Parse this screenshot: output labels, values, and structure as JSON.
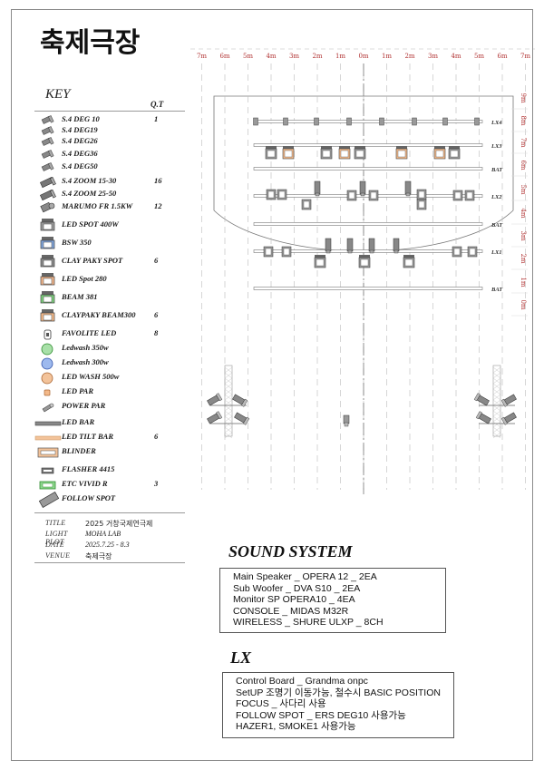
{
  "header": {
    "venue_title": "축제극장"
  },
  "key": {
    "title": "KEY",
    "qty_header": "Q.T",
    "items": [
      {
        "label": "S.4 DEG 10",
        "qty": "1",
        "icon": "ellipsoidal-10-icon"
      },
      {
        "label": "S.4 DEG19",
        "qty": "",
        "icon": "ellipsoidal-19-icon"
      },
      {
        "label": "S.4 DEG26",
        "qty": "",
        "icon": "ellipsoidal-26-icon"
      },
      {
        "label": "S.4 DEG36",
        "qty": "",
        "icon": "ellipsoidal-36-icon"
      },
      {
        "label": "S.4 DEG50",
        "qty": "",
        "icon": "ellipsoidal-50-icon"
      },
      {
        "label": "S.4 ZOOM 15-30",
        "qty": "16",
        "icon": "zoom-15-30-icon"
      },
      {
        "label": "S.4 ZOOM 25-50",
        "qty": "",
        "icon": "zoom-25-50-icon"
      },
      {
        "label": "MARUMO FR 1.5KW",
        "qty": "12",
        "icon": "fresnel-icon"
      },
      {
        "label": "LED SPOT 400W",
        "qty": "",
        "icon": "led-spot-400w-icon"
      },
      {
        "label": "BSW 350",
        "qty": "",
        "icon": "bsw-350-icon"
      },
      {
        "label": "CLAY PAKY SPOT",
        "qty": "6",
        "icon": "clay-paky-spot-icon"
      },
      {
        "label": "LED Spot 280",
        "qty": "",
        "icon": "led-spot-280-icon"
      },
      {
        "label": "BEAM 381",
        "qty": "",
        "icon": "beam-381-icon"
      },
      {
        "label": "CLAYPAKY BEAM300",
        "qty": "6",
        "icon": "claypaky-beam300-icon"
      },
      {
        "label": "FAVOLITE LED",
        "qty": "8",
        "icon": "favolite-led-icon"
      },
      {
        "label": "Ledwash 350w",
        "qty": "",
        "icon": "ledwash-350w-icon"
      },
      {
        "label": "Ledwash 300w",
        "qty": "",
        "icon": "ledwash-300w-icon"
      },
      {
        "label": "LED WASH 500w",
        "qty": "",
        "icon": "led-wash-500w-icon"
      },
      {
        "label": "LED PAR",
        "qty": "",
        "icon": "led-par-icon"
      },
      {
        "label": "POWER PAR",
        "qty": "",
        "icon": "power-par-icon"
      },
      {
        "label": "LED BAR",
        "qty": "",
        "icon": "led-bar-icon"
      },
      {
        "label": "LED TILT BAR",
        "qty": "6",
        "icon": "led-tilt-bar-icon"
      },
      {
        "label": "BLINDER",
        "qty": "",
        "icon": "blinder-icon"
      },
      {
        "label": "FLASHER 4415",
        "qty": "",
        "icon": "flasher-icon"
      },
      {
        "label": "ETC VIVID R",
        "qty": "3",
        "icon": "etc-vivid-r-icon"
      },
      {
        "label": "FOLLOW SPOT",
        "qty": "",
        "icon": "follow-spot-icon"
      }
    ]
  },
  "info": {
    "rows": [
      {
        "label": "TITLE",
        "value": "2025 거창국제연극제"
      },
      {
        "label": "LIGHT PLOT",
        "value": "MOHA LAB"
      },
      {
        "label": "DATE",
        "value": "2025.7.25 - 8.3"
      },
      {
        "label": "VENUE",
        "value": "축제극장"
      }
    ]
  },
  "plot": {
    "top_scale": [
      "7m",
      "6m",
      "5m",
      "4m",
      "3m",
      "2m",
      "1m",
      "0m",
      "1m",
      "2m",
      "3m",
      "4m",
      "5m",
      "6m",
      "7m"
    ],
    "side_scale": [
      "9m",
      "8m",
      "7m",
      "6m",
      "5m",
      "4m",
      "3m",
      "2m",
      "1m",
      "0m"
    ],
    "bars": [
      {
        "label": "LX4"
      },
      {
        "label": "LX3"
      },
      {
        "label": "BAT"
      },
      {
        "label": "LX2"
      },
      {
        "label": "BAT"
      },
      {
        "label": "LX1"
      },
      {
        "label": "BAT"
      }
    ],
    "colors": {
      "tungsten": "#f3b98a",
      "ink": "#555555",
      "scale": "#b03030"
    }
  },
  "sound": {
    "title": "SOUND SYSTEM",
    "lines": [
      "Main Speaker _ OPERA 12 _ 2EA",
      "Sub Woofer _ DVA S10 _ 2EA",
      "Monitor SP OPERA10 _ 4EA",
      "CONSOLE _ MIDAS M32R",
      "WIRELESS _ SHURE ULXP _ 8CH"
    ]
  },
  "lx": {
    "title": "LX",
    "lines": [
      "Control Board _ Grandma onpc",
      "SetUP 조명기 이동가능, 철수시 BASIC POSITION",
      "FOCUS _ 사다리 사용",
      "FOLLOW SPOT _ ERS DEG10 사용가능",
      "HAZER1, SMOKE1 사용가능"
    ]
  }
}
